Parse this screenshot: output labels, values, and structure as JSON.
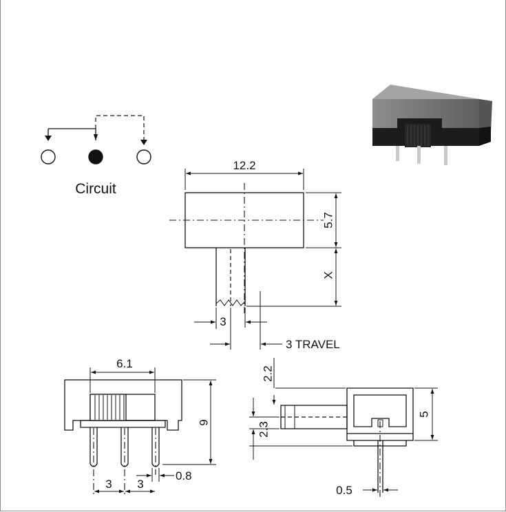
{
  "circuit": {
    "label": "Circuit"
  },
  "top_view": {
    "width": "12.2",
    "height": "5.7",
    "actuator_length": "X",
    "actuator_width": "3",
    "travel": "3 TRAVEL"
  },
  "front_view": {
    "knob_width": "6.1",
    "height": "9",
    "pitch_left": "3",
    "pitch_right": "3",
    "pin_width": "0.8"
  },
  "side_view": {
    "actuator_offset": "2.2",
    "actuator_height": "2.3",
    "body_height": "5",
    "pin_width": "0.5"
  },
  "colors": {
    "line": "#111111",
    "frame": "#8a8a8a",
    "photo_body": "#6f6f6f",
    "photo_top": "#9a9a9a",
    "photo_base": "#1c1c1c"
  }
}
